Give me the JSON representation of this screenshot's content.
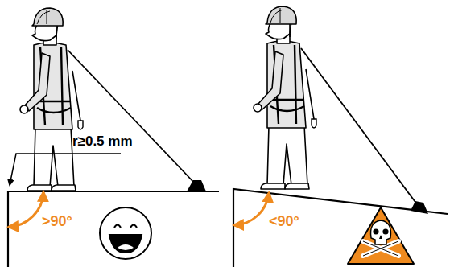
{
  "diagram": {
    "labels": [
      "r≥0.5 mm",
      ">90°",
      "<90°"
    ]
  }
}
